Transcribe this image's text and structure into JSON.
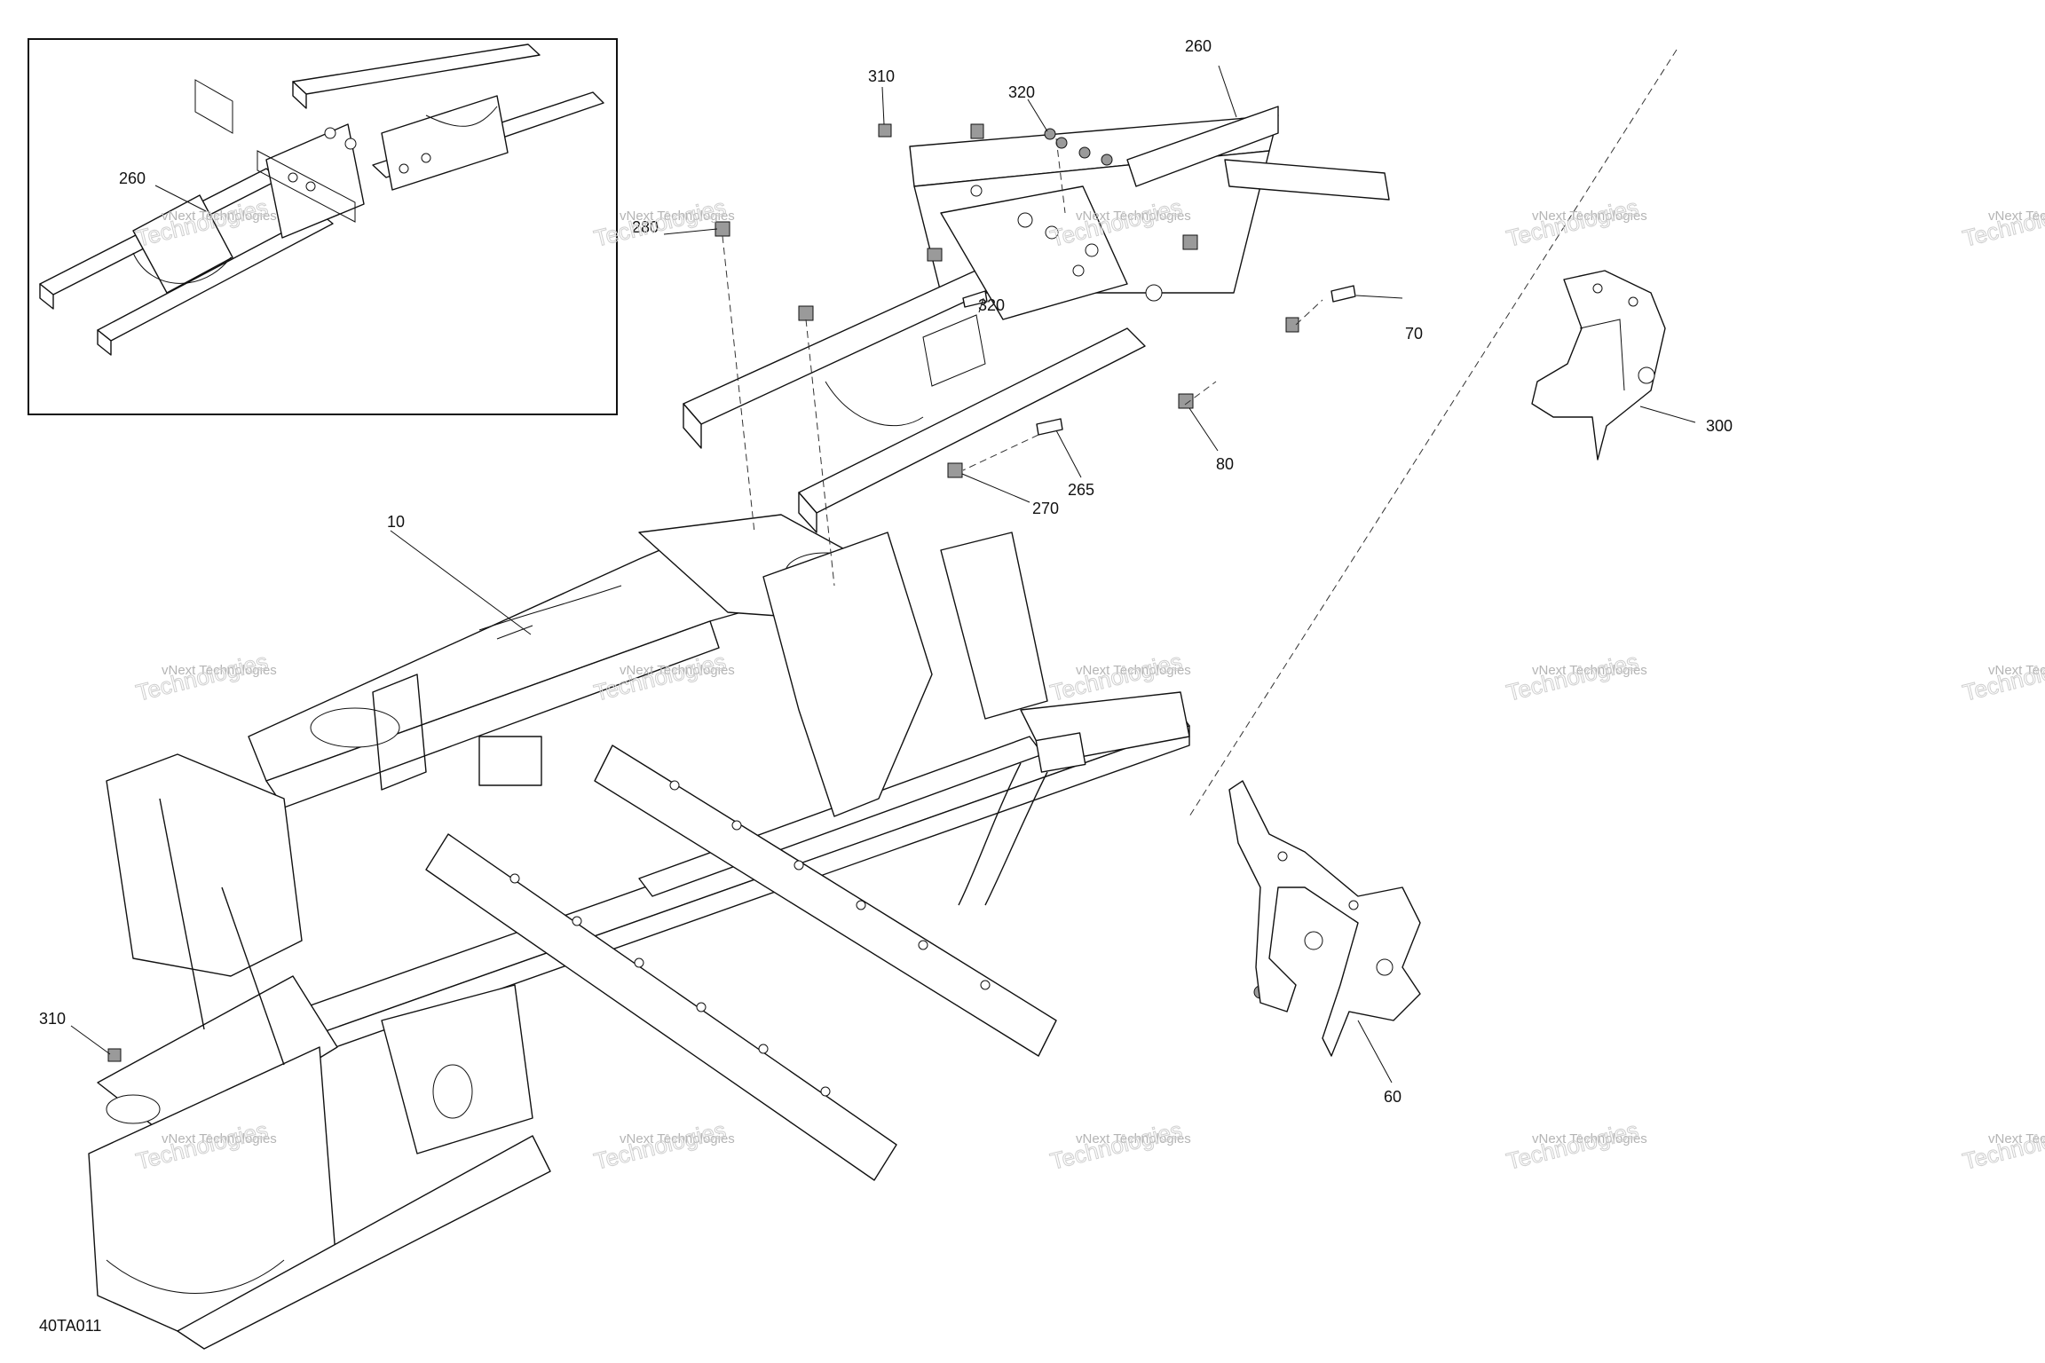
{
  "callouts": {
    "c10": "10",
    "c60": "60",
    "c70": "70",
    "c80": "80",
    "c260a": "260",
    "c260b": "260",
    "c265": "265",
    "c270": "270",
    "c280": "280",
    "c300": "300",
    "c310a": "310",
    "c310b": "310",
    "c320a": "320",
    "c320b": "320"
  },
  "figure_code": "40TA011",
  "watermark": {
    "line1": "vNext Technologies",
    "line2": "Technologies"
  }
}
